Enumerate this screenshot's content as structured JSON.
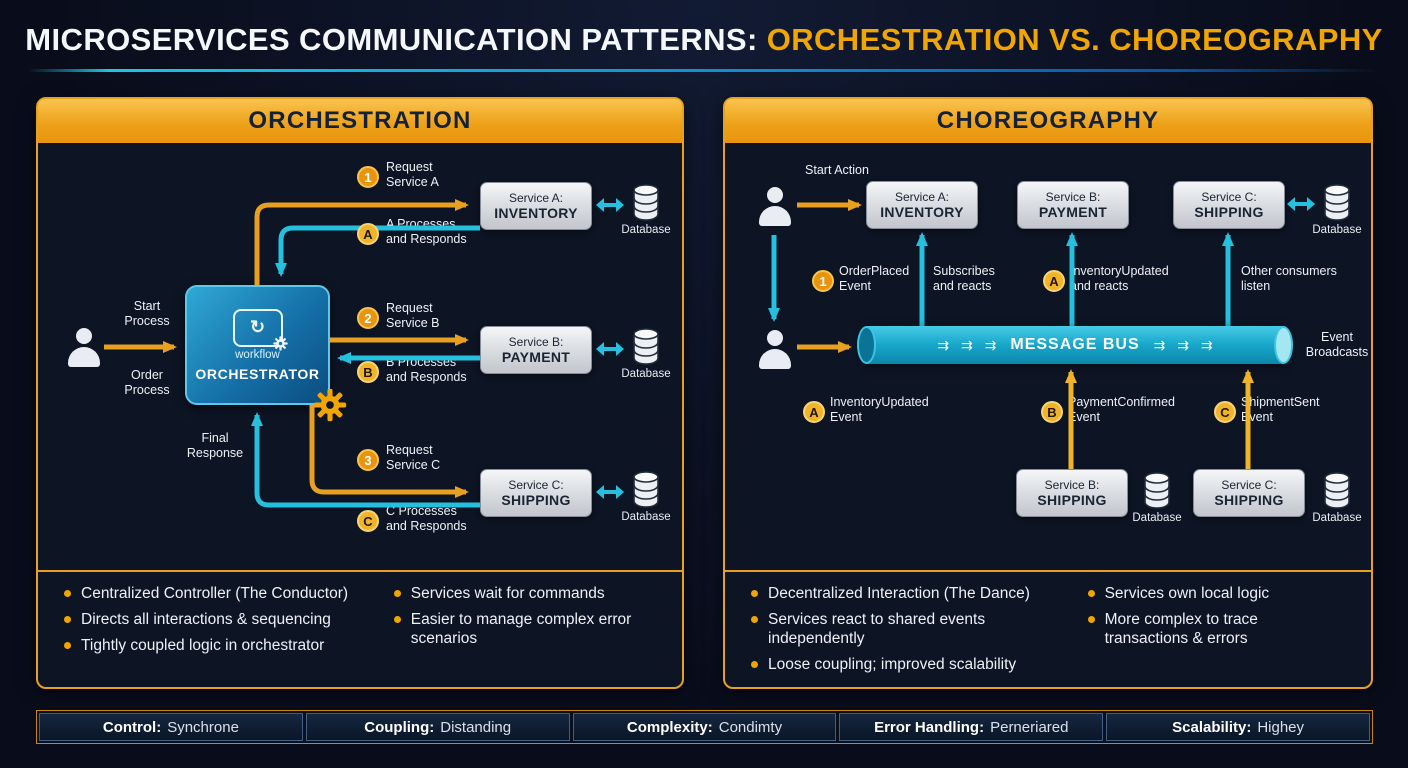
{
  "title": {
    "prefix": "MICROSERVICES COMMUNICATION PATTERNS: ",
    "highlight": "ORCHESTRATION VS. CHOREOGRAPHY"
  },
  "icons": {
    "workflow_glyph": "↻",
    "bus_flow_glyph": "⇉ ⇉ ⇉"
  },
  "orchestration": {
    "header": "ORCHESTRATION",
    "start_process": "Start Process",
    "order_process": "Order Process",
    "workflow_label": "workflow",
    "orchestrator_label": "ORCHESTRATOR",
    "final_response": "Final Response",
    "badges": {
      "req_a": {
        "num": "1",
        "text": "Request Service A"
      },
      "res_a": {
        "num": "A",
        "text": "A Processes and Responds"
      },
      "req_b": {
        "num": "2",
        "text": "Request Service B"
      },
      "res_b": {
        "num": "B",
        "text": "B Processes and Responds"
      },
      "req_c": {
        "num": "3",
        "text": "Request Service C"
      },
      "res_c": {
        "num": "C",
        "text": "C Processes and Responds"
      }
    },
    "services": [
      {
        "prefix": "Service A:",
        "name": "INVENTORY",
        "db_label": "Database"
      },
      {
        "prefix": "Service B:",
        "name": "PAYMENT",
        "db_label": "Database"
      },
      {
        "prefix": "Service C:",
        "name": "SHIPPING",
        "db_label": "Database"
      }
    ],
    "bullets_col1": [
      "Centralized Controller (The Conductor)",
      "Directs all interactions & sequencing",
      "Tightly coupled logic in orchestrator"
    ],
    "bullets_col2": [
      "Services wait for commands",
      "Easier to manage complex error scenarios"
    ]
  },
  "choreography": {
    "header": "CHOREOGRAPHY",
    "start_action": "Start Action",
    "message_bus": "MESSAGE BUS",
    "services_top": [
      {
        "prefix": "Service A:",
        "name": "INVENTORY"
      },
      {
        "prefix": "Service B:",
        "name": "PAYMENT"
      },
      {
        "prefix": "Service C:",
        "name": "SHIPPING",
        "db_label": "Database"
      }
    ],
    "services_bottom": [
      {
        "prefix": "Service B:",
        "name": "SHIPPING",
        "db_label": "Database"
      },
      {
        "prefix": "Service C:",
        "name": "SHIPPING",
        "db_label": "Database"
      }
    ],
    "labels": {
      "order_placed": {
        "num": "1",
        "text": "OrderPlaced Event"
      },
      "subscribes": "Subscribes and reacts",
      "inv_updated_reacts": {
        "num": "A",
        "text": "InventoryUpdated and reacts"
      },
      "other_consumers": "Other consumers listen",
      "event_broadcasts": "Event Broadcasts",
      "inv_updated_event": {
        "num": "A",
        "text": "InventoryUpdated Event"
      },
      "payment_confirmed": {
        "num": "B",
        "text": "PaymentConfirmed Event"
      },
      "shipment_sent": {
        "num": "C",
        "text": "ShipmentSent Event"
      }
    },
    "bullets_col1": [
      "Decentralized Interaction (The Dance)",
      "Services react to shared events independently",
      "Loose coupling; improved scalability"
    ],
    "bullets_col2": [
      "Services own local logic",
      "More complex to trace transactions & errors"
    ]
  },
  "footer": [
    {
      "label": "Control:",
      "value": "Synchrone"
    },
    {
      "label": "Coupling:",
      "value": "Distanding"
    },
    {
      "label": "Complexity:",
      "value": "Condimty"
    },
    {
      "label": "Error Handling:",
      "value": "Perneriared"
    },
    {
      "label": "Scalability:",
      "value": "Highey"
    }
  ],
  "colors": {
    "accent_orange": "#f0a500",
    "accent_cyan": "#1fb6d4",
    "header_gold": "#e8940e"
  }
}
